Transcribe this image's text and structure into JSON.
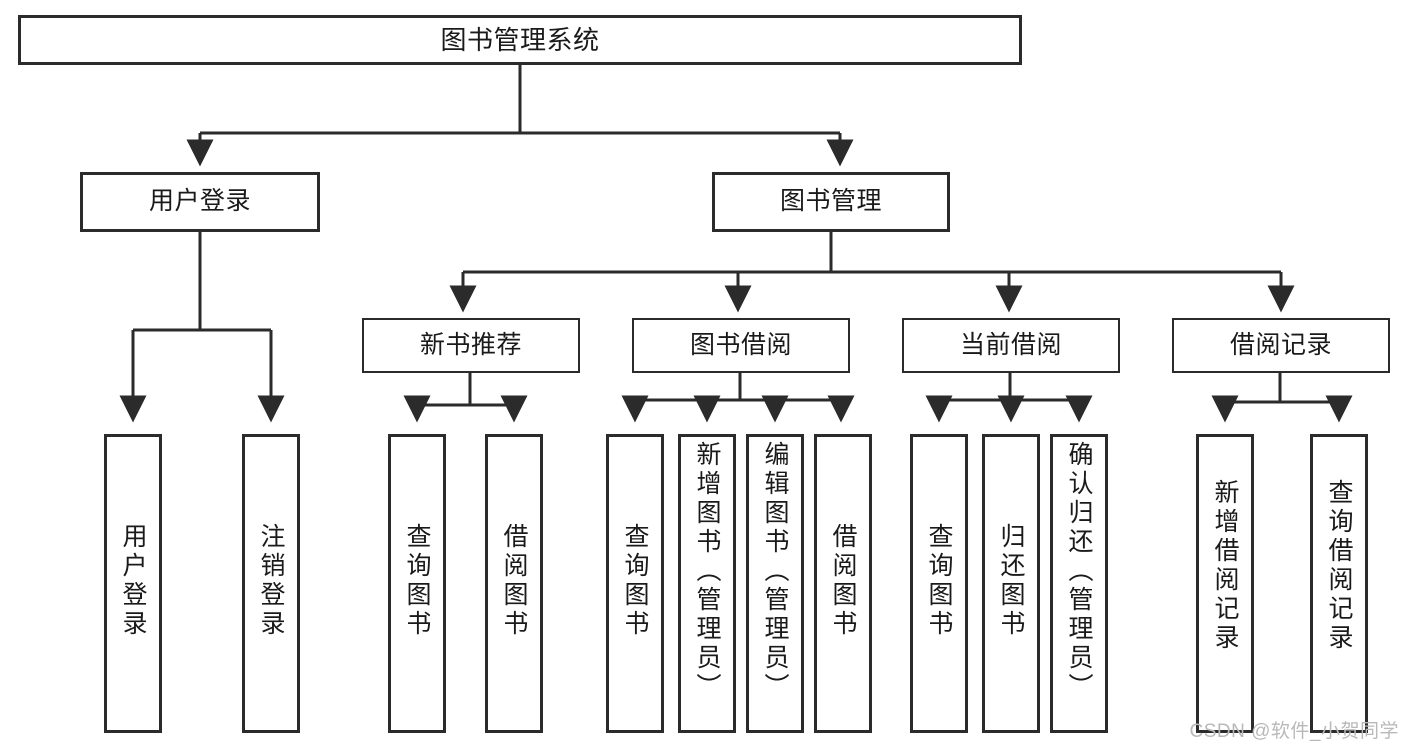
{
  "diagram": {
    "type": "tree",
    "title": "图书管理系统",
    "root": {
      "label": "图书管理系统"
    },
    "level2": [
      {
        "label": "用户登录"
      },
      {
        "label": "图书管理"
      }
    ],
    "level3": [
      {
        "label": "新书推荐"
      },
      {
        "label": "图书借阅"
      },
      {
        "label": "当前借阅"
      },
      {
        "label": "借阅记录"
      }
    ],
    "leaves": [
      {
        "label": "用户登录",
        "parent": "用户登录"
      },
      {
        "label": "注销登录",
        "parent": "用户登录"
      },
      {
        "label": "查询图书",
        "parent": "新书推荐"
      },
      {
        "label": "借阅图书",
        "parent": "新书推荐"
      },
      {
        "label": "查询图书",
        "parent": "图书借阅"
      },
      {
        "label": "新增图书（管理员）",
        "parent": "图书借阅"
      },
      {
        "label": "编辑图书（管理员）",
        "parent": "图书借阅"
      },
      {
        "label": "借阅图书",
        "parent": "图书借阅"
      },
      {
        "label": "查询图书",
        "parent": "当前借阅"
      },
      {
        "label": "归还图书",
        "parent": "当前借阅"
      },
      {
        "label": "确认归还（管理员）",
        "parent": "当前借阅"
      },
      {
        "label": "新增借阅记录",
        "parent": "借阅记录"
      },
      {
        "label": "查询借阅记录",
        "parent": "借阅记录"
      }
    ]
  },
  "watermark": {
    "text": "CSDN @软件_小贺同学"
  },
  "colors": {
    "stroke": "#2b2b2b",
    "text": "#1a1a1a",
    "background": "#ffffff",
    "watermark": "#b9b9b9"
  }
}
